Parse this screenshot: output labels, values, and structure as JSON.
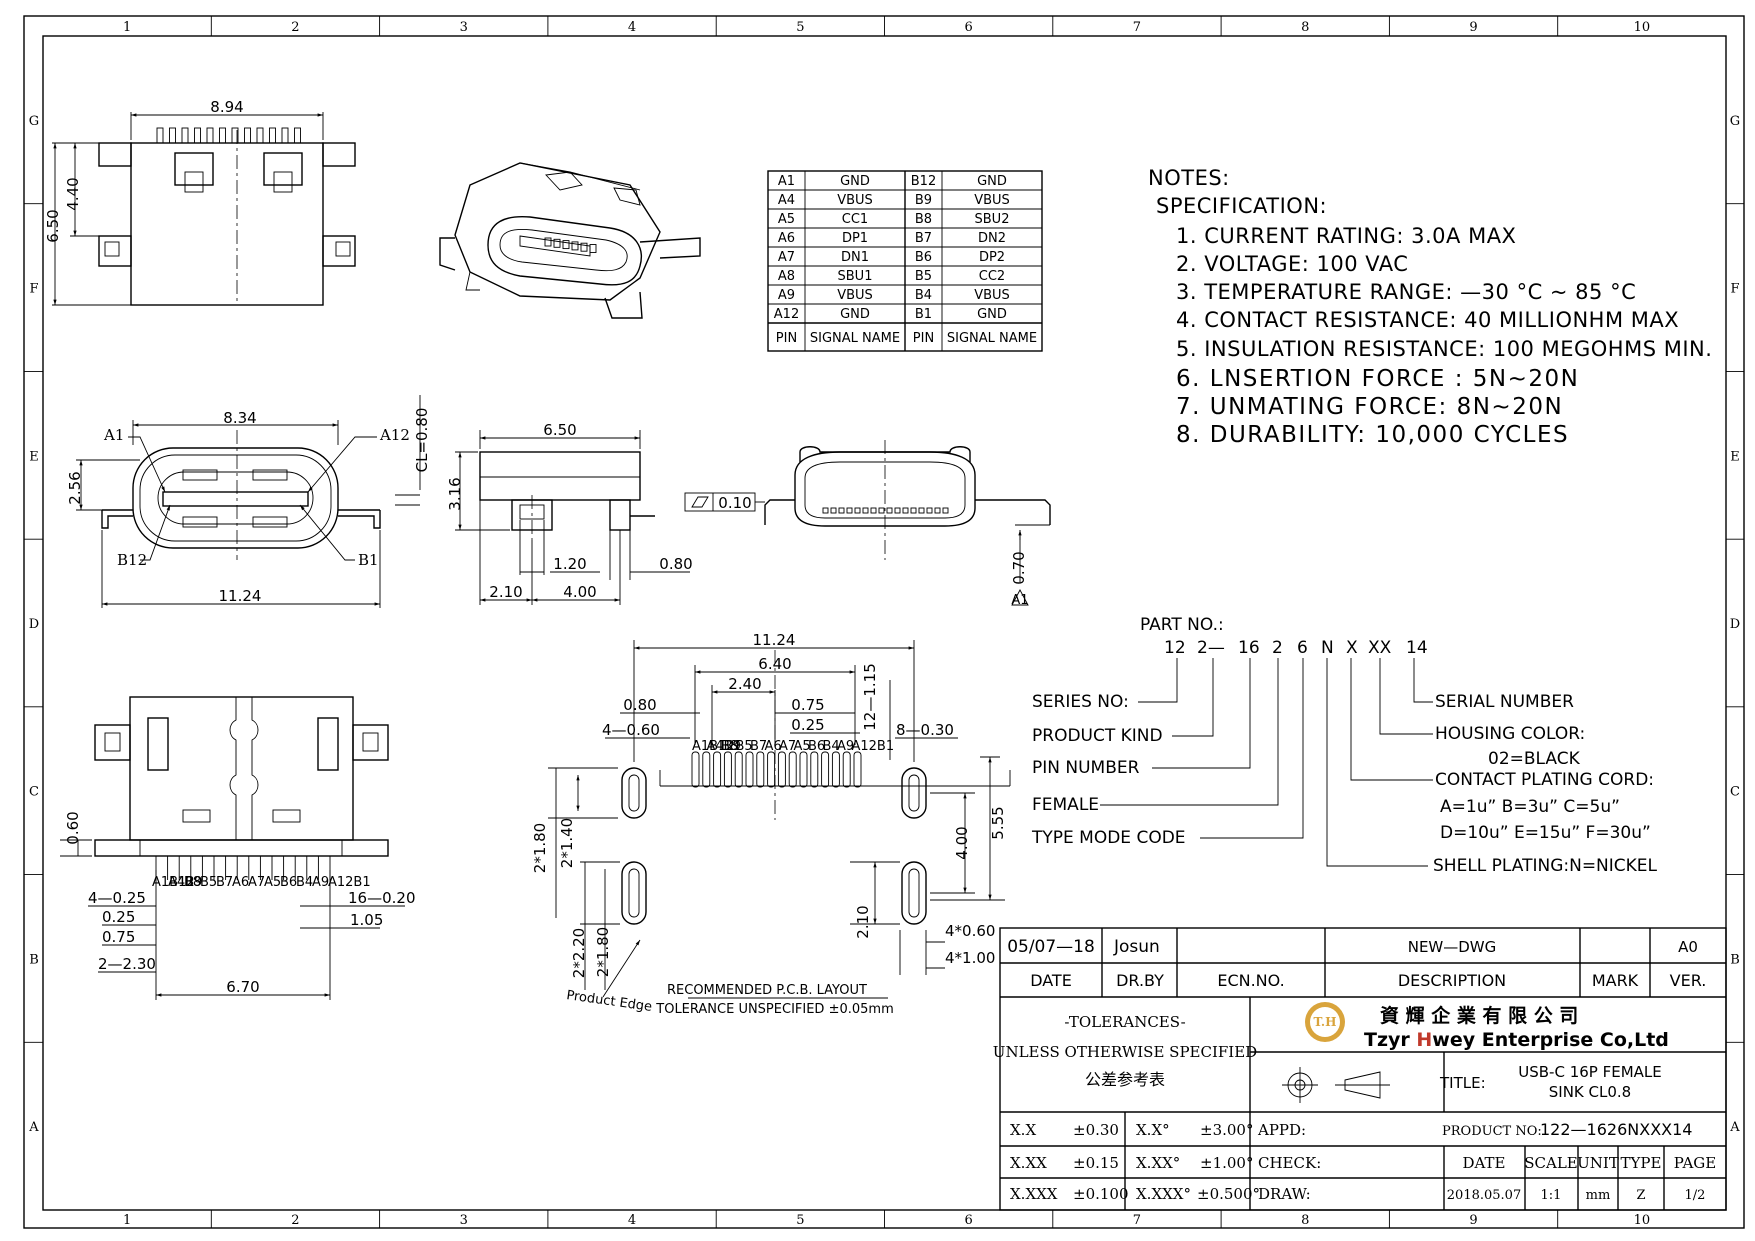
{
  "border": {
    "cols": [
      "1",
      "2",
      "3",
      "4",
      "5",
      "6",
      "7",
      "8",
      "9",
      "10"
    ],
    "rows": [
      "G",
      "F",
      "E",
      "D",
      "C",
      "B",
      "A"
    ]
  },
  "dims": {
    "top_width": "8.94",
    "top_h_outer": "6.50",
    "top_h_inner": "4.40",
    "front_width": "8.34",
    "front_a1": "A1",
    "front_a12": "A12",
    "front_cl": "CL=0.80",
    "front_height": "2.56",
    "front_b12": "B12",
    "front_b1": "B1",
    "front_total": "11.24",
    "side_width": "6.50",
    "side_height": "3.16",
    "side_120": "1.20",
    "side_080": "0.80",
    "side_210": "2.10",
    "side_400": "4.00",
    "flat_tol": "0.10",
    "flat_070": "0.70",
    "datum": "A1",
    "bot_060": "0.60",
    "bot_4_025": "4—0.25",
    "bot_025": "0.25",
    "bot_075": "0.75",
    "bot_2_230": "2—2.30",
    "bot_670": "6.70",
    "bot_16_020": "16—0.20",
    "bot_105": "1.05",
    "pcb_1124": "11.24",
    "pcb_640": "6.40",
    "pcb_240": "2.40",
    "pcb_075": "0.75",
    "pcb_025": "0.25",
    "pcb_080": "0.80",
    "pcb_4_060": "4—0.60",
    "pcb_12_115": "12—1.15",
    "pcb_8_030": "8—0.30",
    "pcb_555": "5.55",
    "pcb_400": "4.00",
    "pcb_2x180": "2*1.80",
    "pcb_2x140": "2*1.40",
    "pcb_2x220": "2*2.20",
    "pcb_2x180b": "2*1.80",
    "pcb_210": "2.10",
    "pcb_4x060": "4*0.60",
    "pcb_4x100": "4*1.00",
    "pcb_edge": "Product Edge",
    "pcb_title": "RECOMMENDED   P.C.B.  LAYOUT",
    "pcb_tol": "TOLERANCE  UNSPECIFIED  ±0.05mm",
    "pin_labels": [
      "A1B12",
      "A4B9",
      "B8",
      "B5",
      "B7",
      "A6",
      "A7",
      "A5",
      "B6",
      "B4",
      "A9",
      "A12B1"
    ]
  },
  "pin_table": {
    "rows": [
      [
        "A1",
        "GND",
        "B12",
        "GND"
      ],
      [
        "A4",
        "VBUS",
        "B9",
        "VBUS"
      ],
      [
        "A5",
        "CC1",
        "B8",
        "SBU2"
      ],
      [
        "A6",
        "DP1",
        "B7",
        "DN2"
      ],
      [
        "A7",
        "DN1",
        "B6",
        "DP2"
      ],
      [
        "A8",
        "SBU1",
        "B5",
        "CC2"
      ],
      [
        "A9",
        "VBUS",
        "B4",
        "VBUS"
      ],
      [
        "A12",
        "GND",
        "B1",
        "GND"
      ]
    ],
    "header": [
      "PIN",
      "SIGNAL NAME",
      "PIN",
      "SIGNAL NAME"
    ]
  },
  "notes": {
    "title": "NOTES:",
    "spec": "SPECIFICATION:",
    "items": [
      "1.  CURRENT  RATING:  3.0A  MAX",
      "2.  VOLTAGE:  100  VAC",
      "3.  TEMPERATURE  RANGE:  —30 °C  ~  85 °C",
      "4.  CONTACT  RESISTANCE:  40  MILLIONHM  MAX",
      "5.  INSULATION  RESISTANCE:  100  MEGOHMS  MIN."
    ],
    "items_big": [
      "6.  LNSERTION  FORCE  :  5N~20N",
      "7.  UNMATING  FORCE:  8N~20N",
      "8.  DURABILITY:    10,000  CYCLES"
    ]
  },
  "part": {
    "title": "PART  NO.:",
    "codes": [
      "12",
      "2—",
      "16",
      "2",
      "6",
      "N",
      "X",
      "XX",
      "14"
    ],
    "series": "SERIES  NO:",
    "product_kind": "PRODUCT  KIND",
    "pin_number": "PIN  NUMBER",
    "female": "FEMALE",
    "type_mode": "TYPE  MODE  CODE",
    "serial": "SERIAL  NUMBER",
    "housing": "HOUSING  COLOR:",
    "black": "02=BLACK",
    "plating": "CONTACT  PLATING  CORD:",
    "plating_1": "A=1u”   B=3u”   C=5u”",
    "plating_2": "D=10u” E=15u” F=30u”",
    "shell": "SHELL  PLATING:N=NICKEL"
  },
  "title_block": {
    "date_val": "05/07—18",
    "drby_val": "Josun",
    "desc_val": "NEW—DWG",
    "ver_val": "A0",
    "h_date": "DATE",
    "h_drby": "DR.BY",
    "h_ecn": "ECN.NO.",
    "h_desc": "DESCRIPTION",
    "h_mark": "MARK",
    "h_ver": "VER.",
    "tol_title": "-TOLERANCES-",
    "tol_unless": "UNLESS OTHERWISE SPECIFIED",
    "tol_cn": "公差参考表",
    "logo_mark": "T.H",
    "company_cn": "資 輝 企 業 有 限 公 司",
    "company_en_1": "Tzyr ",
    "company_en_2": "H",
    "company_en_3": "wey Enterprise Co,Ltd",
    "title_label": "TITLE:",
    "title_1": "USB-C 16P FEMALE",
    "title_2": "SINK CL0.8",
    "tol_rows": [
      [
        "X.X",
        "±0.30",
        "X.X°",
        "±3.00°"
      ],
      [
        "X.XX",
        "±0.15",
        "X.XX°",
        "±1.00°"
      ],
      [
        "X.XXX",
        "±0.100",
        "X.XXX°",
        "±0.500°"
      ]
    ],
    "appd": "APPD:",
    "check": "CHECK:",
    "draw": "DRAW:",
    "product_no_label": "PRODUCT NO:",
    "product_no": "122—1626NXXX14",
    "h_date2": "DATE",
    "h_scale": "SCALE",
    "h_unit": "UNIT",
    "h_type": "TYPE",
    "h_page": "PAGE",
    "v_date": "2018.05.07",
    "v_scale": "1:1",
    "v_unit": "mm",
    "v_type": "Z",
    "v_page": "1/2"
  },
  "colors": {
    "logo": "#d9a43c",
    "company_h": "#c0392b"
  }
}
